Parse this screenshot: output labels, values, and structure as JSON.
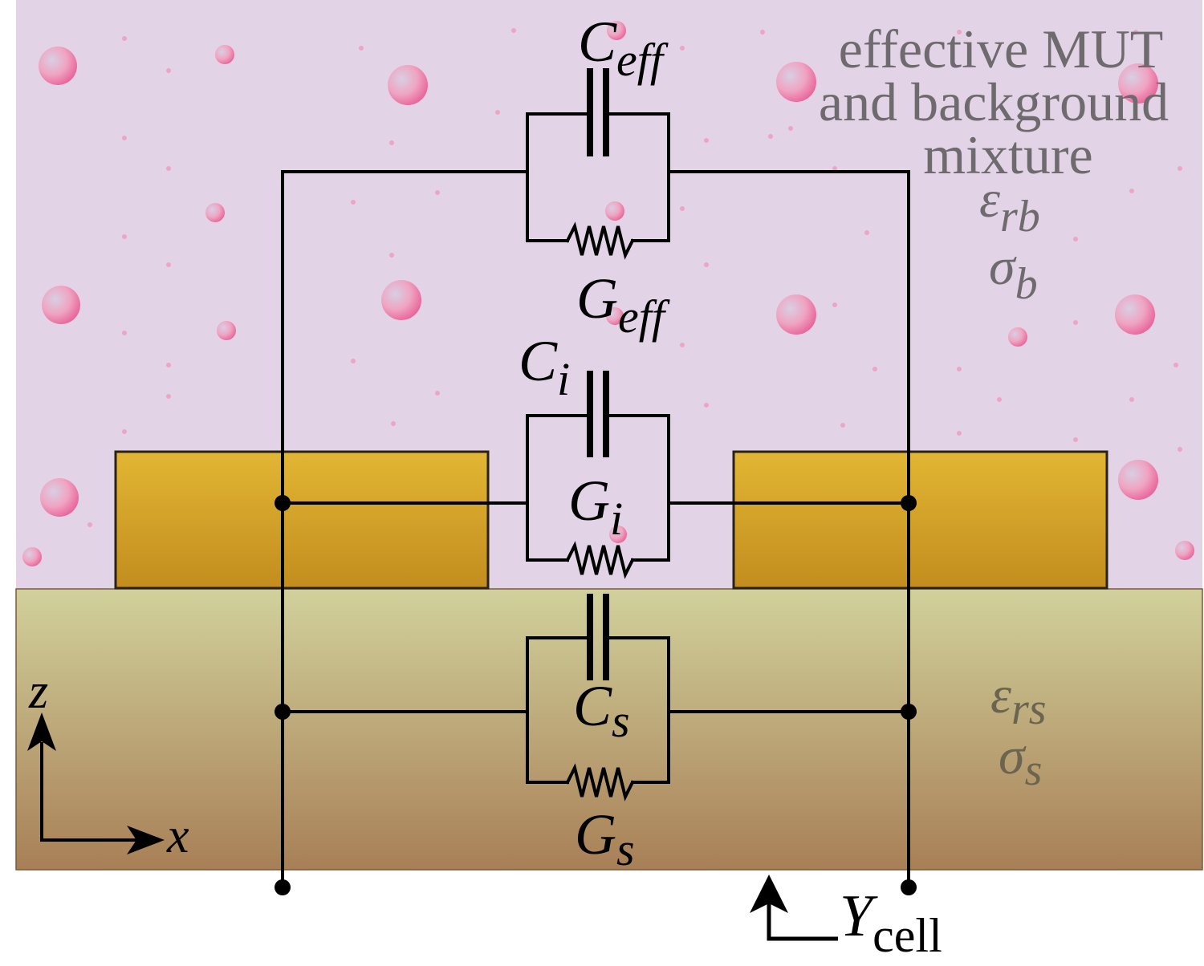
{
  "mixture": {
    "line1": "effective MUT",
    "line2": "and background",
    "line3": "mixture",
    "eps_symbol": "ε",
    "eps_sub": "rb",
    "sigma_symbol": "σ",
    "sigma_sub": "b"
  },
  "substrate": {
    "eps_symbol": "ε",
    "eps_sub": "rs",
    "sigma_symbol": "σ",
    "sigma_sub": "s"
  },
  "components": {
    "c_eff": {
      "main": "C",
      "sub": "eff"
    },
    "g_eff": {
      "main": "G",
      "sub": "eff"
    },
    "c_i": {
      "main": "C",
      "sub": "i"
    },
    "g_i": {
      "main": "G",
      "sub": "i"
    },
    "c_s": {
      "main": "C",
      "sub": "s"
    },
    "g_s": {
      "main": "G",
      "sub": "s"
    }
  },
  "axes": {
    "z": "z",
    "x": "x"
  },
  "port": {
    "main": "Y",
    "sub": "cell"
  },
  "colors": {
    "background_layer": "#e2d4e6",
    "particle": "#ee8ab0",
    "electrode_top": "#e2b634",
    "electrode_bottom": "#c28d1e",
    "substrate_top": "#d1d19c",
    "substrate_bottom": "#a87f56",
    "wire": "#000000",
    "gray_text": "#6e6a6e",
    "substrate_text": "#6b6550"
  }
}
